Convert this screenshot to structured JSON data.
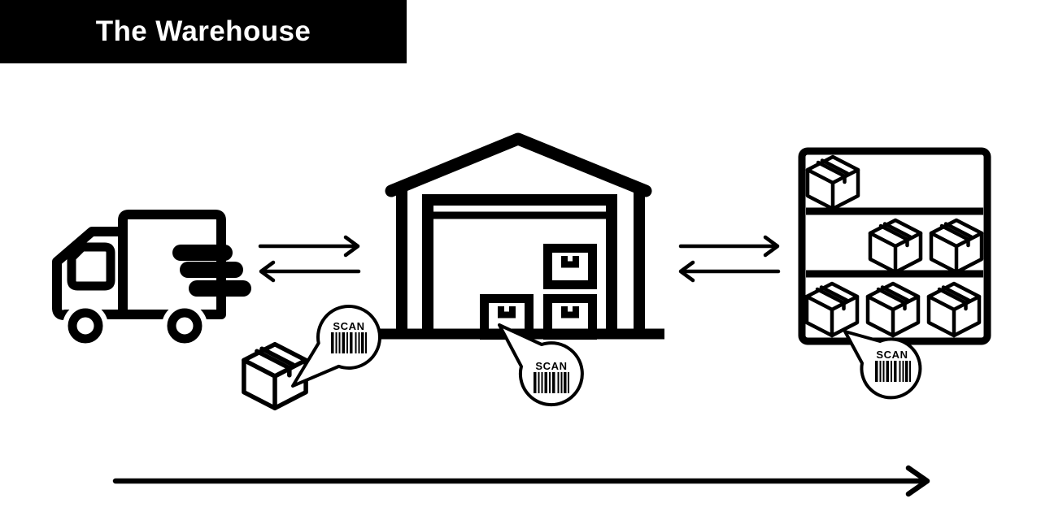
{
  "banner": {
    "title": "The Warehouse",
    "bg": "#000000",
    "text_color": "#ffffff"
  },
  "palette": {
    "ink": "#000000",
    "background": "#ffffff"
  },
  "diagram": {
    "icons": [
      {
        "name": "delivery-truck-icon"
      },
      {
        "name": "warehouse-building-icon"
      },
      {
        "name": "storage-shelf-boxes-icon"
      },
      {
        "name": "package-box-icon"
      }
    ],
    "scan_bubbles": [
      {
        "label": "SCAN"
      },
      {
        "label": "SCAN"
      },
      {
        "label": "SCAN"
      }
    ]
  }
}
